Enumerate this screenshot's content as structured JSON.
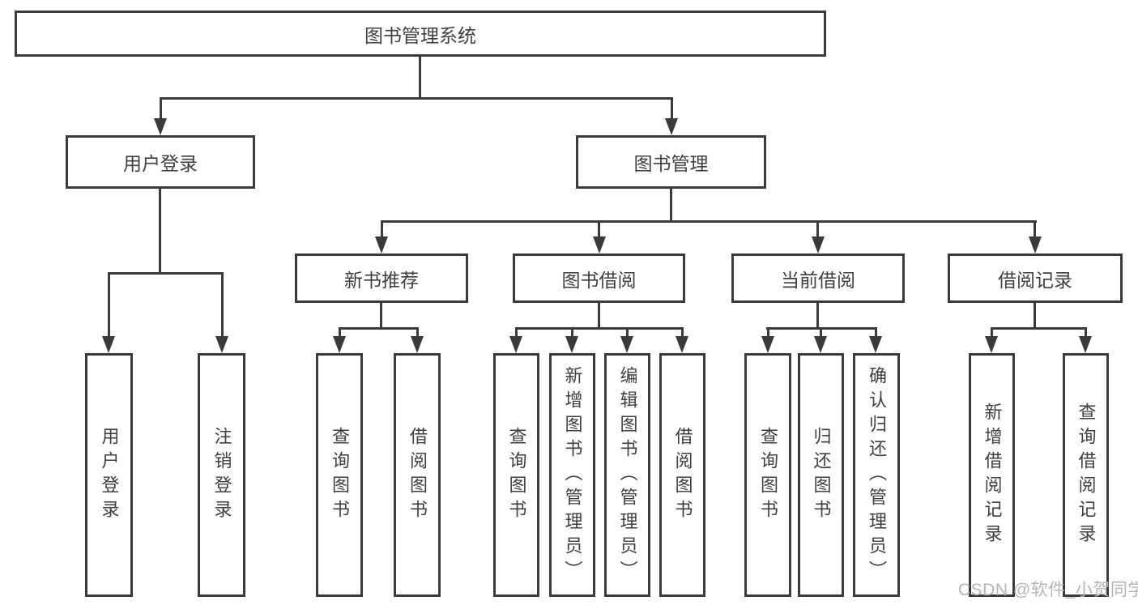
{
  "tree": {
    "label": "图书管理系统",
    "children": [
      {
        "label": "用户登录",
        "children": [
          {
            "label": "用户登录"
          },
          {
            "label": "注销登录"
          }
        ]
      },
      {
        "label": "图书管理",
        "children": [
          {
            "label": "新书推荐",
            "children": [
              {
                "label": "查询图书"
              },
              {
                "label": "借阅图书"
              }
            ]
          },
          {
            "label": "图书借阅",
            "children": [
              {
                "label": "查询图书"
              },
              {
                "label": "新增图书（管理员）"
              },
              {
                "label": "编辑图书（管理员）"
              },
              {
                "label": "借阅图书"
              }
            ]
          },
          {
            "label": "当前借阅",
            "children": [
              {
                "label": "查询图书"
              },
              {
                "label": "归还图书"
              },
              {
                "label": "确认归还（管理员）"
              }
            ]
          },
          {
            "label": "借阅记录",
            "children": [
              {
                "label": "新增借阅记录"
              },
              {
                "label": "查询借阅记录"
              }
            ]
          }
        ]
      }
    ]
  },
  "watermark": "CSDN @软件_小贺同学",
  "colors": {
    "line": "#3a3a3a",
    "text": "#3f3f3f",
    "watermark": "#b2b6ba",
    "background": "#ffffff"
  }
}
